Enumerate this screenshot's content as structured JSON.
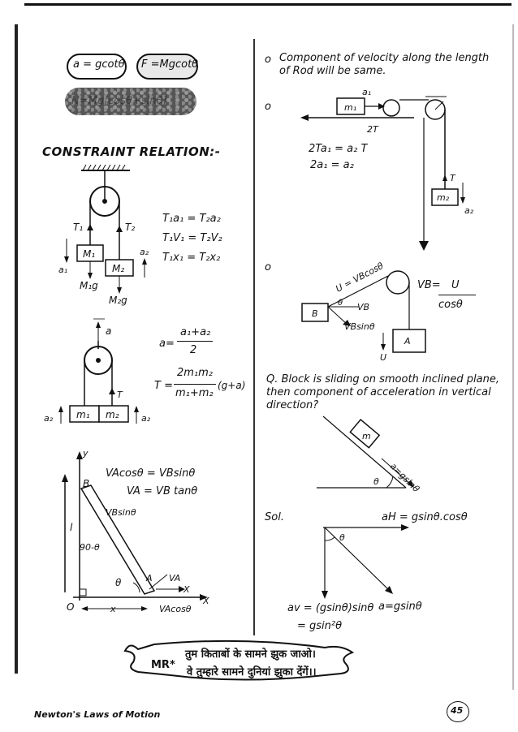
{
  "left": {
    "formula_a": "a = gcotθ",
    "formula_F": "F =Mgcotθ",
    "smudged_formula": "N=Mg[cosθ+sinθ]",
    "heading": "CONSTRAINT RELATION:-",
    "pulley1": {
      "T1": "T₁",
      "T2": "T₂",
      "M1": "M₁",
      "M2": "M₂",
      "a1": "a₁",
      "a2": "a₂",
      "M1g": "M₁g",
      "M2g": "M₂g",
      "eq1": "T₁a₁ = T₂a₂",
      "eq2": "T₁V₁ = T₂V₂",
      "eq3": "T₁x₁ = T₂x₂"
    },
    "pulley2": {
      "a_vec": "a",
      "a_eq_lhs": "a=",
      "a_eq_num": "a₁+a₂",
      "a_eq_den": "2",
      "T_eq_lhs": "T =",
      "T_eq_num": "2m₁m₂",
      "T_eq_den": "m₁+m₂",
      "T_eq_tail": "(g+a)",
      "T": "T",
      "m1": "m₁",
      "m2": "m₂",
      "a2": "a₂",
      "a2r": "a₂"
    },
    "ladder": {
      "y": "y",
      "eq1": "VAcosθ = VBsinθ",
      "eq2": "VA = VB tanθ",
      "B": "B",
      "VBsin": "VBsinθ",
      "l": "l",
      "angle90": "90-θ",
      "theta": "θ",
      "A": "A",
      "VA": "VA",
      "x_arrow": "X",
      "O": "O",
      "x": "x",
      "VAcos": "VAcosθ",
      "X_axis": "X"
    }
  },
  "right": {
    "bullet1": "Component of velocity along the length of Rod will be same.",
    "fig1": {
      "a1": "a₁",
      "m1": "m₁",
      "twoT": "2T",
      "eq1": "2Ta₁ = a₂ T",
      "eq2": "2a₁ = a₂",
      "T": "T",
      "m2": "m₂",
      "a2": "a₂"
    },
    "fig2": {
      "U_eq": "U = VBcosθ",
      "VB_eq_lhs": "VB=",
      "VB_eq_num": "U",
      "VB_eq_den": "cosθ",
      "theta": "θ",
      "VB": "VB",
      "B": "B",
      "VBsin": "VBsinθ",
      "A": "A",
      "U": "U"
    },
    "question": "Q. Block is sliding on smooth inclined plane, then component of acceleration in vertical direction?",
    "fig3": {
      "m": "m",
      "theta": "θ",
      "a": "a=gsinθ"
    },
    "sol": "Sol.",
    "fig4": {
      "aH": "aH = gsinθ.cosθ",
      "theta": "θ",
      "av": "av = (gsinθ)sinθ",
      "av2": "= gsin²θ",
      "a": "a=gsinθ"
    }
  },
  "banner": {
    "mr": "MR*",
    "line1": "तुम किताबों के सामने झुक जाओ।",
    "line2": "वे तुम्हारे सामने दुनियां झुका देंगें।।"
  },
  "footer": {
    "title": "Newton's Laws of Motion",
    "page": "45"
  }
}
